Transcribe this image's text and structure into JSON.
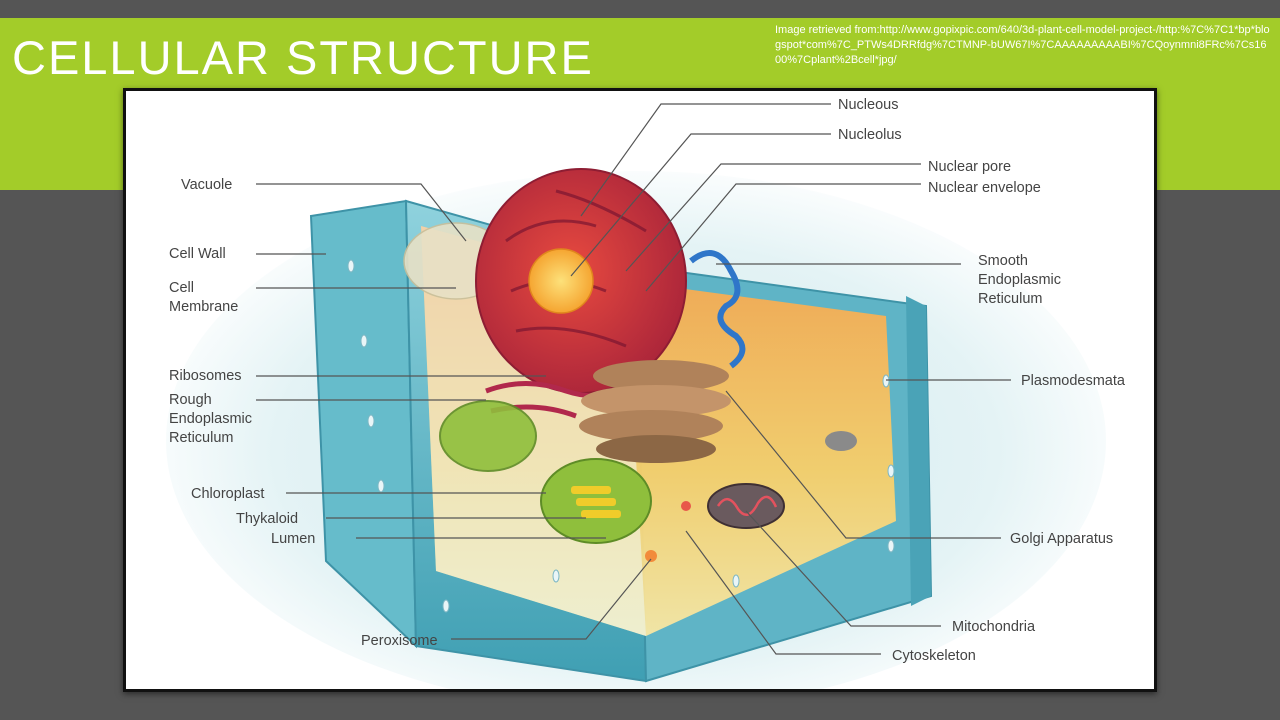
{
  "slide": {
    "title": "CELLULAR STRUCTURE",
    "source_text": "Image retrieved from:http://www.gopixpic.com/640/3d-plant-cell-model-project-/http:%7C%7C1*bp*blogspot*com%7C_PTWs4DRRfdg%7CTMNP-bUW67I%7CAAAAAAAAABI%7CQoynmni8FRc%7Cs1600%7Cplant%2Bcell*jpg/"
  },
  "diagram": {
    "labels": {
      "nucleous": "Nucleous",
      "nucleolus": "Nucleolus",
      "nuclear_pore": "Nuclear pore",
      "nuclear_envelope": "Nuclear envelope",
      "smooth_er_1": "Smooth",
      "smooth_er_2": "Endoplasmic",
      "smooth_er_3": "Reticulum",
      "plasmodesmata": "Plasmodesmata",
      "golgi": "Golgi Apparatus",
      "mitochondria": "Mitochondria",
      "cytoskeleton": "Cytoskeleton",
      "peroxisome": "Peroxisome",
      "lumen": "Lumen",
      "thykaloid": "Thykaloid",
      "chloroplast": "Chloroplast",
      "rough_er_1": "Rough",
      "rough_er_2": "Endoplasmic",
      "rough_er_3": "Reticulum",
      "ribosomes": "Ribosomes",
      "cell_membrane_1": "Cell",
      "cell_membrane_2": "Membrane",
      "cell_wall": "Cell Wall",
      "vacuole": "Vacuole"
    }
  },
  "colors": {
    "band": "#a3cc29",
    "background": "#555555"
  }
}
